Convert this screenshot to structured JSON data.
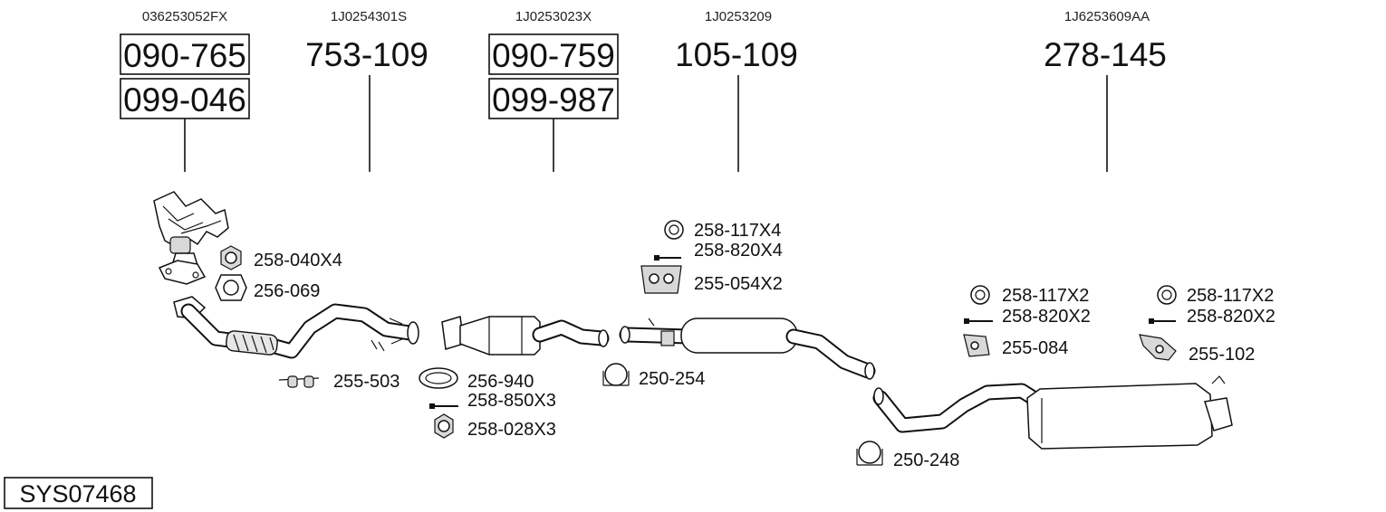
{
  "title_code": "SYS07468",
  "groups": [
    {
      "oem": "036253052FX",
      "parts": [
        "090-765",
        "099-046"
      ],
      "boxed": true
    },
    {
      "oem": "1J0254301S",
      "parts": [
        "753-109"
      ],
      "boxed": false
    },
    {
      "oem": "1J0253023X",
      "parts": [
        "090-759",
        "099-987"
      ],
      "boxed": true
    },
    {
      "oem": "1J0253209",
      "parts": [
        "105-109"
      ],
      "boxed": false
    },
    {
      "oem": "1J6253609AA",
      "parts": [
        "278-145"
      ],
      "boxed": false
    }
  ],
  "accessories": {
    "nut_1": "258-040X4",
    "gasket_1": "256-069",
    "hanger_1": "255-503",
    "ring_1": "256-940",
    "bolt_1": "258-850X3",
    "nut_2": "258-028X3",
    "clamp_1": "250-254",
    "washer_1": "258-117X4",
    "bolt_2": "258-820X4",
    "hanger_2": "255-054X2",
    "washer_2": "258-117X2",
    "bolt_3": "258-820X2",
    "hanger_3": "255-084",
    "washer_3": "258-117X2",
    "bolt_4": "258-820X2",
    "hanger_4": "255-102",
    "clamp_2": "250-248"
  }
}
